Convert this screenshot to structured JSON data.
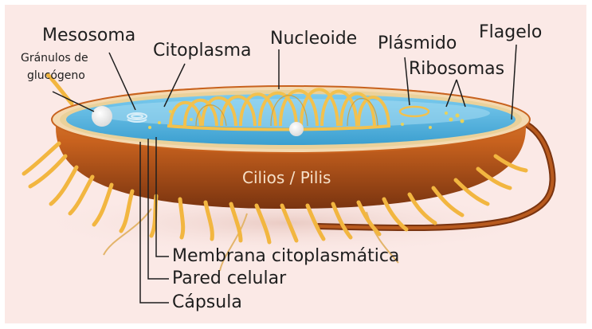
{
  "labels": {
    "mesosoma": "Mesosoma",
    "granulos_line1": "Gránulos de",
    "granulos_line2": "glucógeno",
    "citoplasma": "Citoplasma",
    "nucleoide": "Nucleoide",
    "plasmido": "Plásmido",
    "ribosomas": "Ribosomas",
    "flagelo": "Flagelo",
    "cilios_pilis": "Cilios / Pilis",
    "membrana": "Membrana citoplasmática",
    "pared": "Pared celular",
    "capsula": "Cápsula"
  },
  "colors": {
    "background": "#fbe9e6",
    "capsule": "#c8621e",
    "capsule_dark": "#8c3a10",
    "cytoplasm": "#5fb8e0",
    "cytoplasm_light": "#a8dcf2",
    "pili": "#f2b640",
    "nucleoid": "#f2c14e",
    "label_text": "#1e1e1e"
  }
}
